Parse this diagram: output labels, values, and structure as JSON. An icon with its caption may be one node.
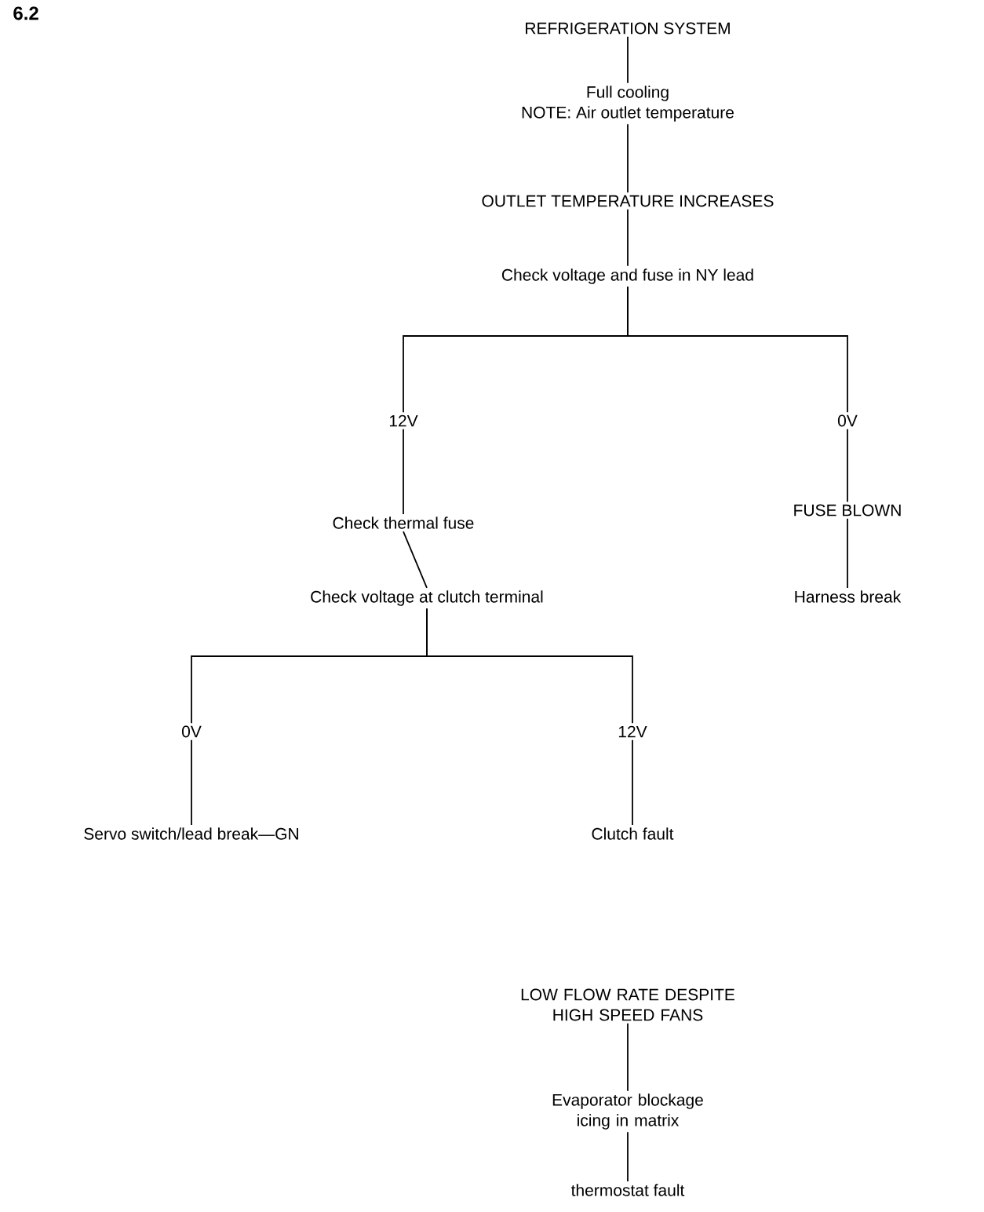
{
  "diagram": {
    "nodes": [
      {
        "text": [
          "REFRIGERATION SYSTEM"
        ]
      },
      {
        "text": [
          "Full cooling",
          "NOTE: Air outlet temperature"
        ]
      },
      {
        "text": [
          "OUTLET TEMPERATURE INCREASES"
        ]
      },
      {
        "text": [
          "Check voltage and fuse in NY lead"
        ]
      },
      {
        "text": [
          "12V"
        ]
      },
      {
        "text": [
          "0V"
        ]
      },
      {
        "text": [
          "Check thermal fuse"
        ]
      },
      {
        "text": [
          "Check voltage at clutch terminal"
        ]
      },
      {
        "text": [
          "FUSE BLOWN"
        ]
      },
      {
        "text": [
          "Harness break"
        ]
      },
      {
        "text": [
          "0V"
        ]
      },
      {
        "text": [
          "12V"
        ]
      },
      {
        "text": [
          "Servo switch/lead break—GN"
        ]
      },
      {
        "text": [
          "Clutch fault"
        ]
      },
      {
        "text": [
          "LOW FLOW RATE DESPITE HIGH SPEED FANS"
        ]
      },
      {
        "text": [
          "Evaporator blockage icing in matrix"
        ]
      },
      {
        "text": [
          "thermostat fault"
        ]
      }
    ],
    "edges": [
      {
        "from": 0,
        "to": 1,
        "arrow": "none"
      },
      {
        "from": 1,
        "to": 2,
        "arrow": "none"
      },
      {
        "from": 2,
        "to": 3,
        "arrow": "none"
      },
      {
        "from": 3,
        "to": 4,
        "arrow": "none"
      },
      {
        "from": 3,
        "to": 5,
        "arrow": "none"
      },
      {
        "from": 4,
        "to": 6,
        "arrow": "none"
      },
      {
        "from": 6,
        "to": 7,
        "arrow": "none"
      },
      {
        "from": 7,
        "to": 10,
        "arrow": "none"
      },
      {
        "from": 7,
        "to": 11,
        "arrow": "none"
      },
      {
        "from": 10,
        "to": 12,
        "arrow": "none"
      },
      {
        "from": 11,
        "to": 13,
        "arrow": "none"
      },
      {
        "from": 5,
        "to": 8,
        "arrow": "none"
      },
      {
        "from": 8,
        "to": 9,
        "arrow": "none"
      },
      {
        "from": 14,
        "to": 15,
        "arrow": "none"
      },
      {
        "from": 15,
        "to": 16,
        "arrow": "none"
      }
    ],
    "labels": [
      "6.2"
    ]
  }
}
